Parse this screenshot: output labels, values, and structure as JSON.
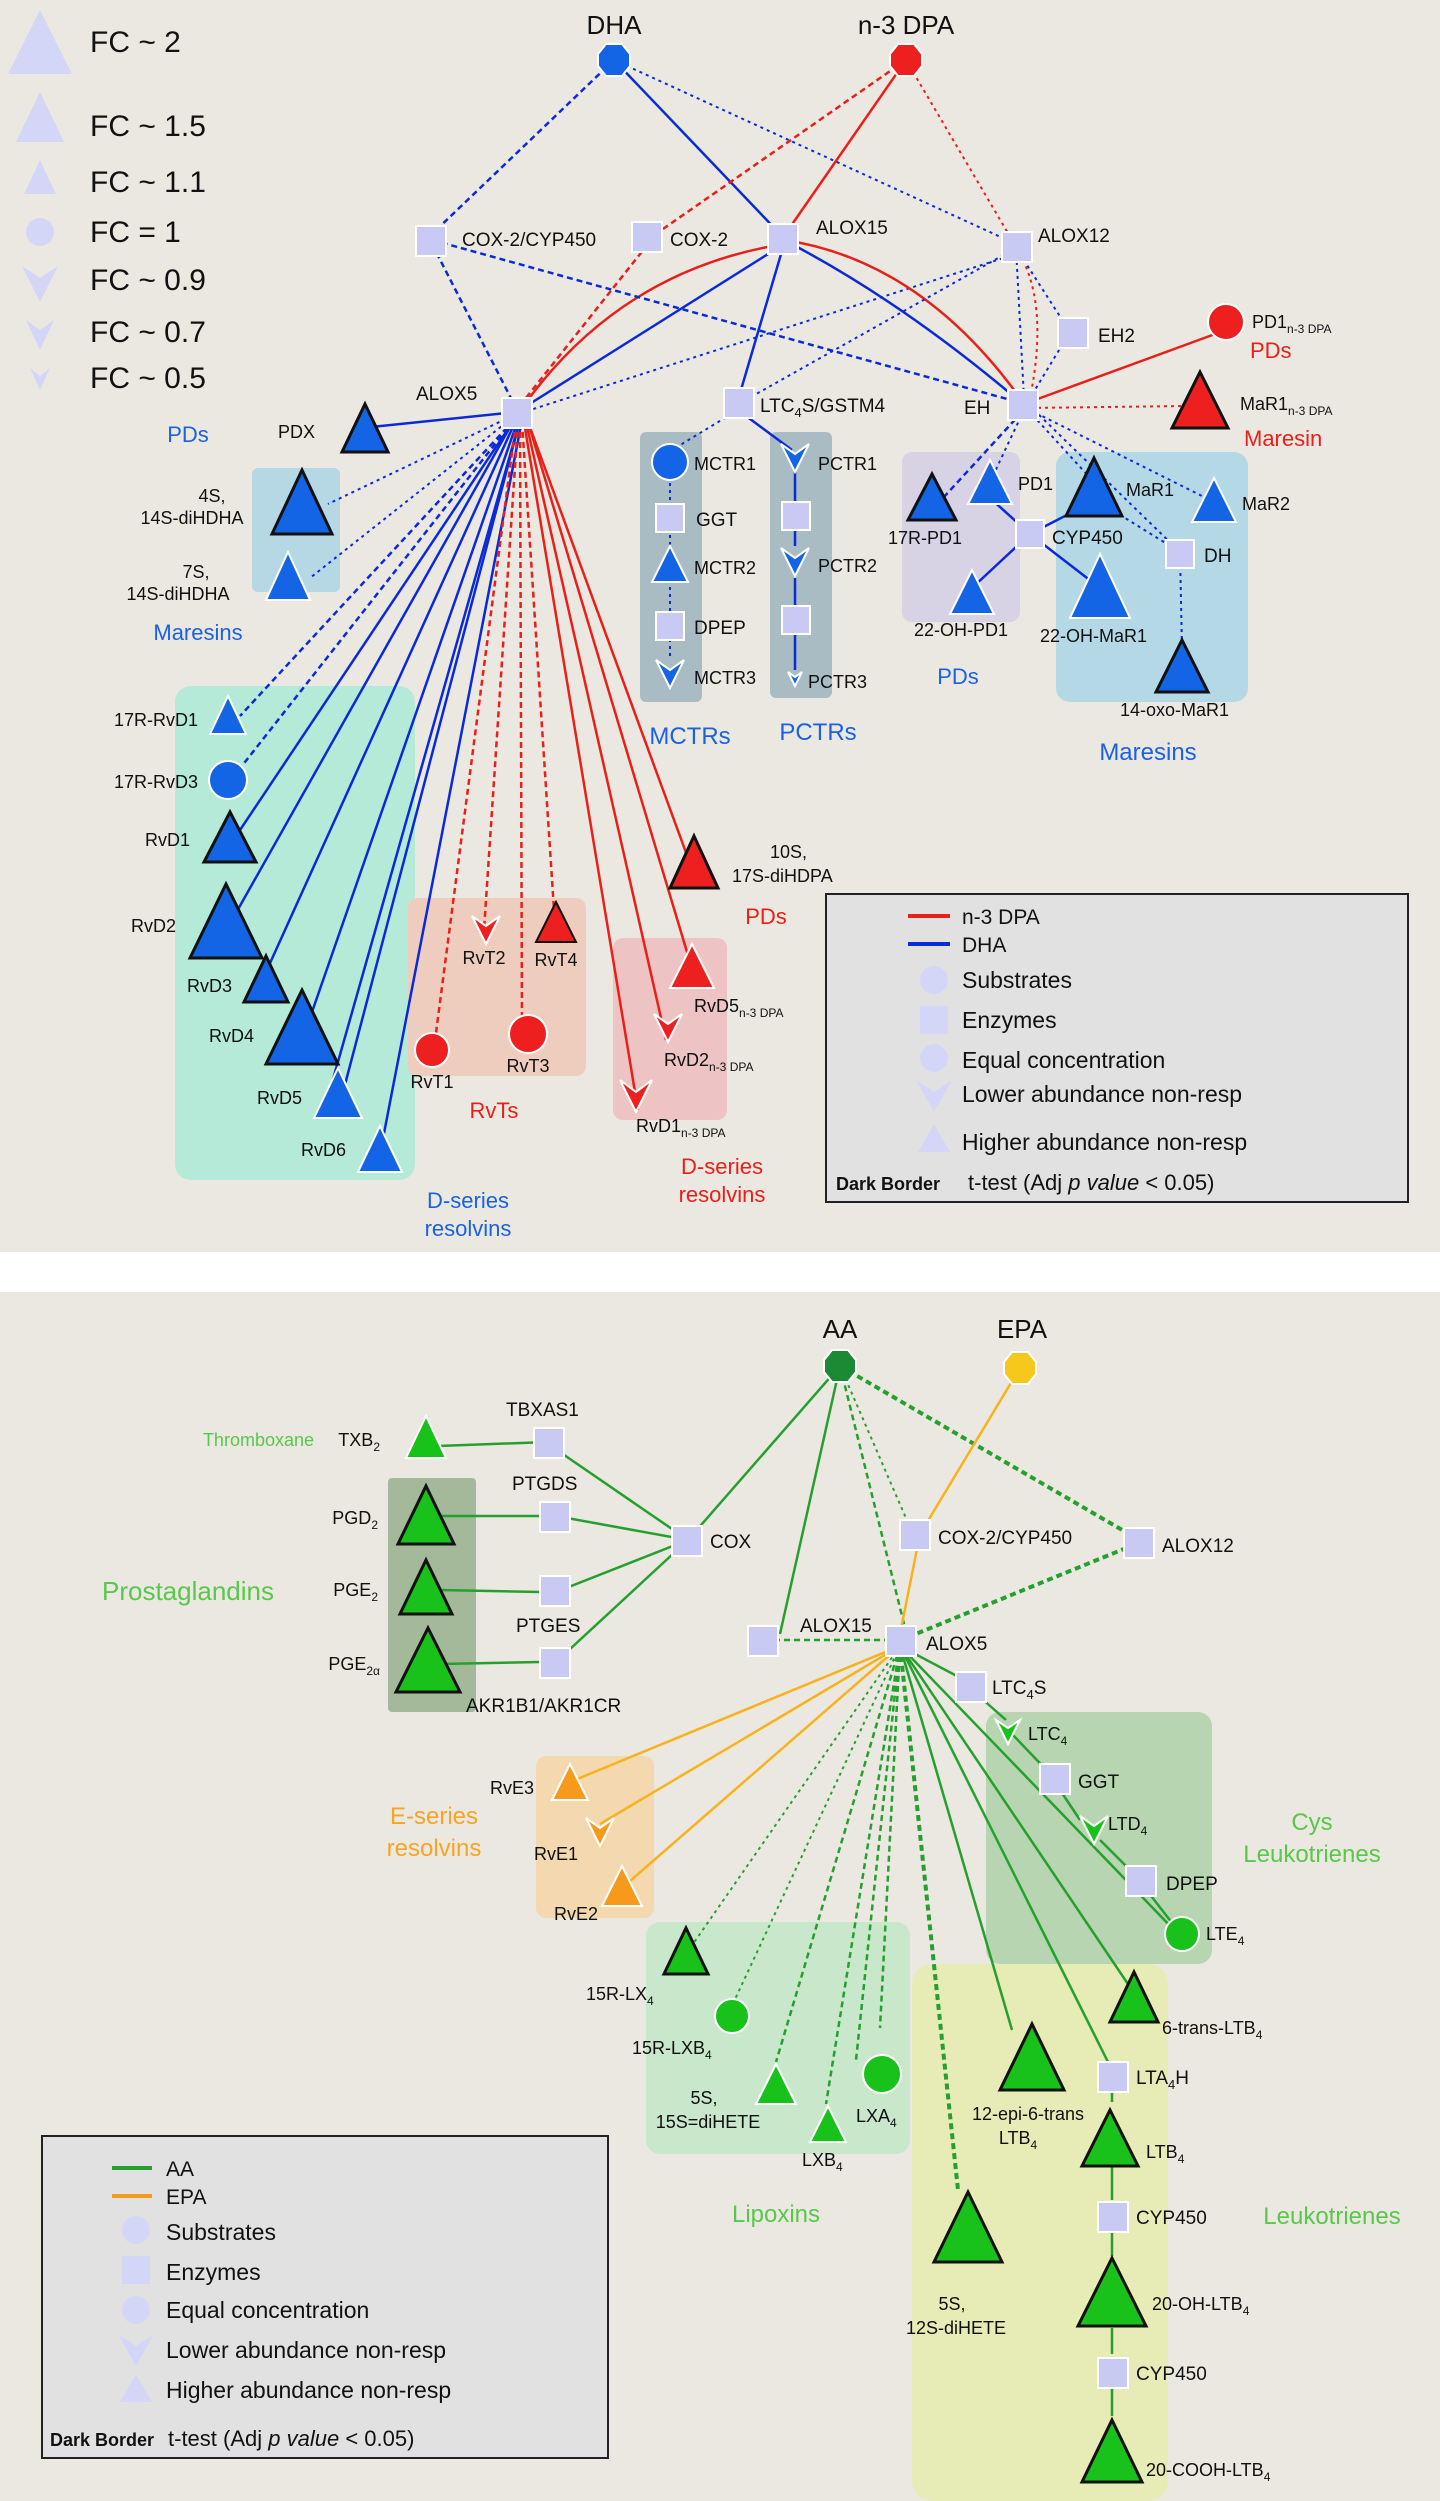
{
  "colors": {
    "background": "#ebe8e1",
    "dha_blue": "#0a2ad8",
    "n3dpa_red": "#e8201a",
    "aa_green": "#25a02e",
    "epa_orange": "#f7b21c",
    "enzyme_fill": "#c9caf3",
    "node_blue": "#1464e6",
    "node_red": "#ee1f1f",
    "node_green": "#18c21a",
    "node_orange": "#f79a1c",
    "legend_grey": "#e2e1e1"
  },
  "fc_legend": [
    {
      "shape": "triangle",
      "label": "FC ~ 2"
    },
    {
      "shape": "triangle",
      "label": "FC ~ 1.5"
    },
    {
      "shape": "triangle",
      "label": "FC ~ 1.1"
    },
    {
      "shape": "circle",
      "label": "FC = 1"
    },
    {
      "shape": "down-triangle",
      "label": "FC ~ 0.9"
    },
    {
      "shape": "down-triangle",
      "label": "FC ~ 0.7"
    },
    {
      "shape": "down-triangle",
      "label": "FC ~ 0.5"
    }
  ],
  "panel1": {
    "substrate_dha": "DHA",
    "substrate_n3dpa": "n-3 DPA",
    "enzymes": {
      "cox2_cyp450": "COX-2/CYP450",
      "cox2": "COX-2",
      "alox15": "ALOX15",
      "alox12": "ALOX12",
      "alox5": "ALOX5",
      "ltc4s_gstm4_main": "LTC",
      "ltc4s_gstm4_sub": "4",
      "ltc4s_gstm4_rest": "S/GSTM4",
      "eh": "EH",
      "eh2": "EH2",
      "ggt": "GGT",
      "dpep": "DPEP",
      "cyp450": "CYP450",
      "dh": "DH"
    },
    "mediators": {
      "pdx": "PDX",
      "s4_14_line1": "4S,",
      "s4_14_line2": "14S-diHDHA",
      "s7_14_line1": "7S,",
      "s7_14_line2": "14S-diHDHA",
      "r17_rvd1": "17R-RvD1",
      "r17_rvd3": "17R-RvD3",
      "rvd1": "RvD1",
      "rvd2": "RvD2",
      "rvd3": "RvD3",
      "rvd4": "RvD4",
      "rvd5": "RvD5",
      "rvd6": "RvD6",
      "rvt1": "RvT1",
      "rvt2": "RvT2",
      "rvt3": "RvT3",
      "rvt4": "RvT4",
      "s10_17_line1": "10S,",
      "s10_17_line2": "17S-diHDPA",
      "rvd5_n3": "RvD5",
      "rvd2_n3": "RvD2",
      "rvd1_n3": "RvD1",
      "n3dpa_sub": "n-3 DPA",
      "mctr1": "MCTR1",
      "mctr2": "MCTR2",
      "mctr3": "MCTR3",
      "pctr1": "PCTR1",
      "pctr2": "PCTR2",
      "pctr3": "PCTR3",
      "pd1": "PD1",
      "r17_pd1": "17R-PD1",
      "oh22_pd1": "22-OH-PD1",
      "mar1": "MaR1",
      "mar2": "MaR2",
      "oh22_mar1": "22-OH-MaR1",
      "oxo14_mar1": "14-oxo-MaR1",
      "pd1_n3": "PD1",
      "mar1_n3": "MaR1"
    },
    "groups": {
      "pds_blue": "PDs",
      "maresins_blue": "Maresins",
      "d_series_line1": "D-series",
      "d_series_line2": "resolvins",
      "rvts": "RvTs",
      "d_series_red_line1": "D-series",
      "d_series_red_line2": "resolvins",
      "pds_red": "PDs",
      "mctrs": "MCTRs",
      "pctrs": "PCTRs",
      "pds_right": "PDs",
      "maresins_right": "Maresins",
      "pds_n3": "PDs",
      "maresin_n3": "Maresin"
    },
    "legend": {
      "line1": "n-3 DPA",
      "line2": "DHA",
      "substrates": "Substrates",
      "enzymes": "Enzymes",
      "equal": "Equal concentration",
      "lower": "Lower abundance non-resp",
      "higher": "Higher abundance non-resp",
      "dark_border": "Dark Border",
      "ttest_pre": "t-test (Adj ",
      "ttest_p": "p value",
      "ttest_post": " < 0.05)"
    }
  },
  "panel2": {
    "substrate_aa": "AA",
    "substrate_epa": "EPA",
    "enzymes": {
      "tbxas1": "TBXAS1",
      "ptgds": "PTGDS",
      "cox": "COX",
      "ptges": "PTGES",
      "akr": "AKR1B1/AKR1CR",
      "cox2_cyp450": "COX-2/CYP450",
      "alox12": "ALOX12",
      "alox15": "ALOX15",
      "alox5": "ALOX5",
      "ltc4s": "LTC",
      "ggt": "GGT",
      "dpep": "DPEP",
      "lta4h": "LTA",
      "cyp450a": "CYP450",
      "cyp450b": "CYP450"
    },
    "mediators": {
      "txb2": "TXB",
      "pgd2": "PGD",
      "pge2": "PGE",
      "pge2a": "PGE",
      "rve3": "RvE3",
      "rve1": "RvE1",
      "rve2": "RvE2",
      "ltc4": "LTC",
      "ltd4": "LTD",
      "lte4": "LTE",
      "r15_lx4": "15R-LX",
      "r15_lxb4": "15R-LXB",
      "s5_15_line1": "5S,",
      "s5_15_line2": "15S=diHETE",
      "lxb4": "LXB",
      "lxa4": "LXA",
      "epi_line1": "12-epi-6-trans",
      "epi_line2": "LTB",
      "trans6_ltb4": "6-trans-LTB",
      "ltb4": "LTB",
      "s5_12_line1": "5S,",
      "s5_12_line2": "12S-diHETE",
      "oh20_ltb4": "20-OH-LTB",
      "cooh20_ltb4": "20-COOH-LTB"
    },
    "groups": {
      "thromboxane": "Thromboxane",
      "prostaglandins": "Prostaglandins",
      "e_series_line1": "E-series",
      "e_series_line2": "resolvins",
      "cys_line1": "Cys",
      "cys_line2": "Leukotrienes",
      "lipoxins": "Lipoxins",
      "leukotrienes": "Leukotrienes"
    },
    "legend": {
      "line1": "AA",
      "line2": "EPA",
      "substrates": "Substrates",
      "enzymes": "Enzymes",
      "equal": "Equal concentration",
      "lower": "Lower abundance non-resp",
      "higher": "Higher abundance non-resp",
      "dark_border": "Dark Border",
      "ttest_pre": "t-test (Adj ",
      "ttest_p": "p value",
      "ttest_post": " < 0.05)"
    }
  }
}
